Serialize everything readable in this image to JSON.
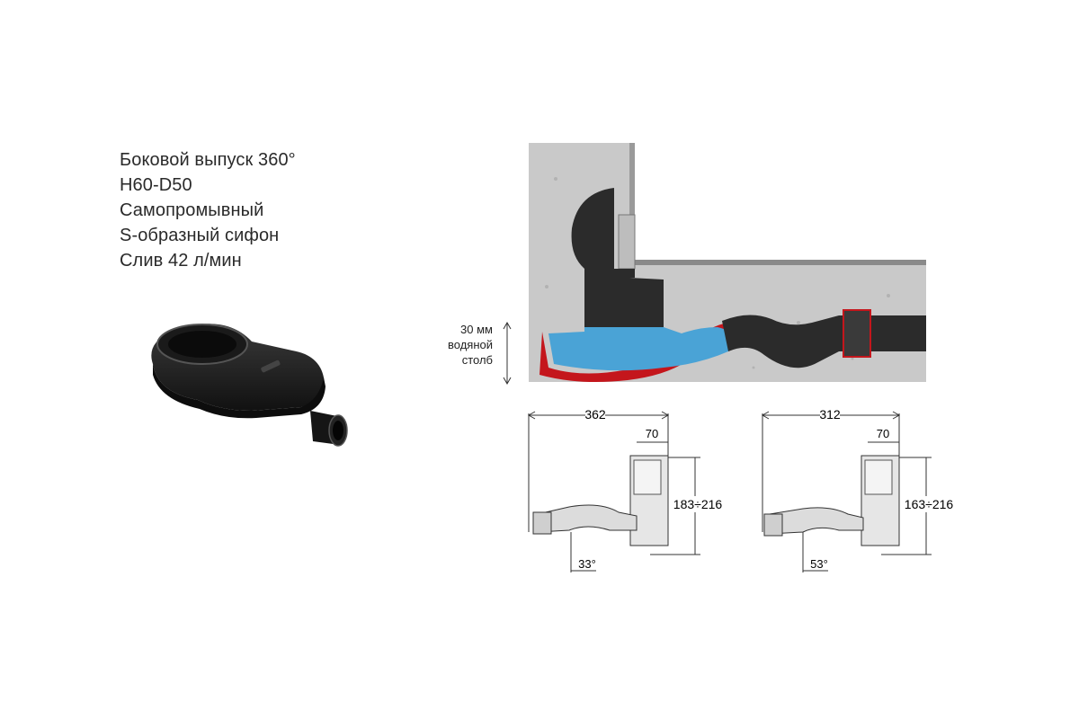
{
  "specs": {
    "outlet": "Боковой выпуск 360°",
    "size": "H60-D50",
    "self_cleaning": "Самопромывный",
    "siphon": "S-образный сифон",
    "flow": "Слив 42 л/мин"
  },
  "water_seal": {
    "line1": "30 мм",
    "line2": "водяной",
    "line3": "столб"
  },
  "drawing_a": {
    "length": "362",
    "offset": "70",
    "height": "183÷216",
    "angle": "33°"
  },
  "drawing_b": {
    "length": "312",
    "offset": "70",
    "height": "163÷216",
    "angle": "53°"
  },
  "colors": {
    "concrete": "#c9c9c9",
    "body": "#2b2b2b",
    "water": "#4aa3d6",
    "seal": "#c4161c",
    "line": "#333333"
  }
}
